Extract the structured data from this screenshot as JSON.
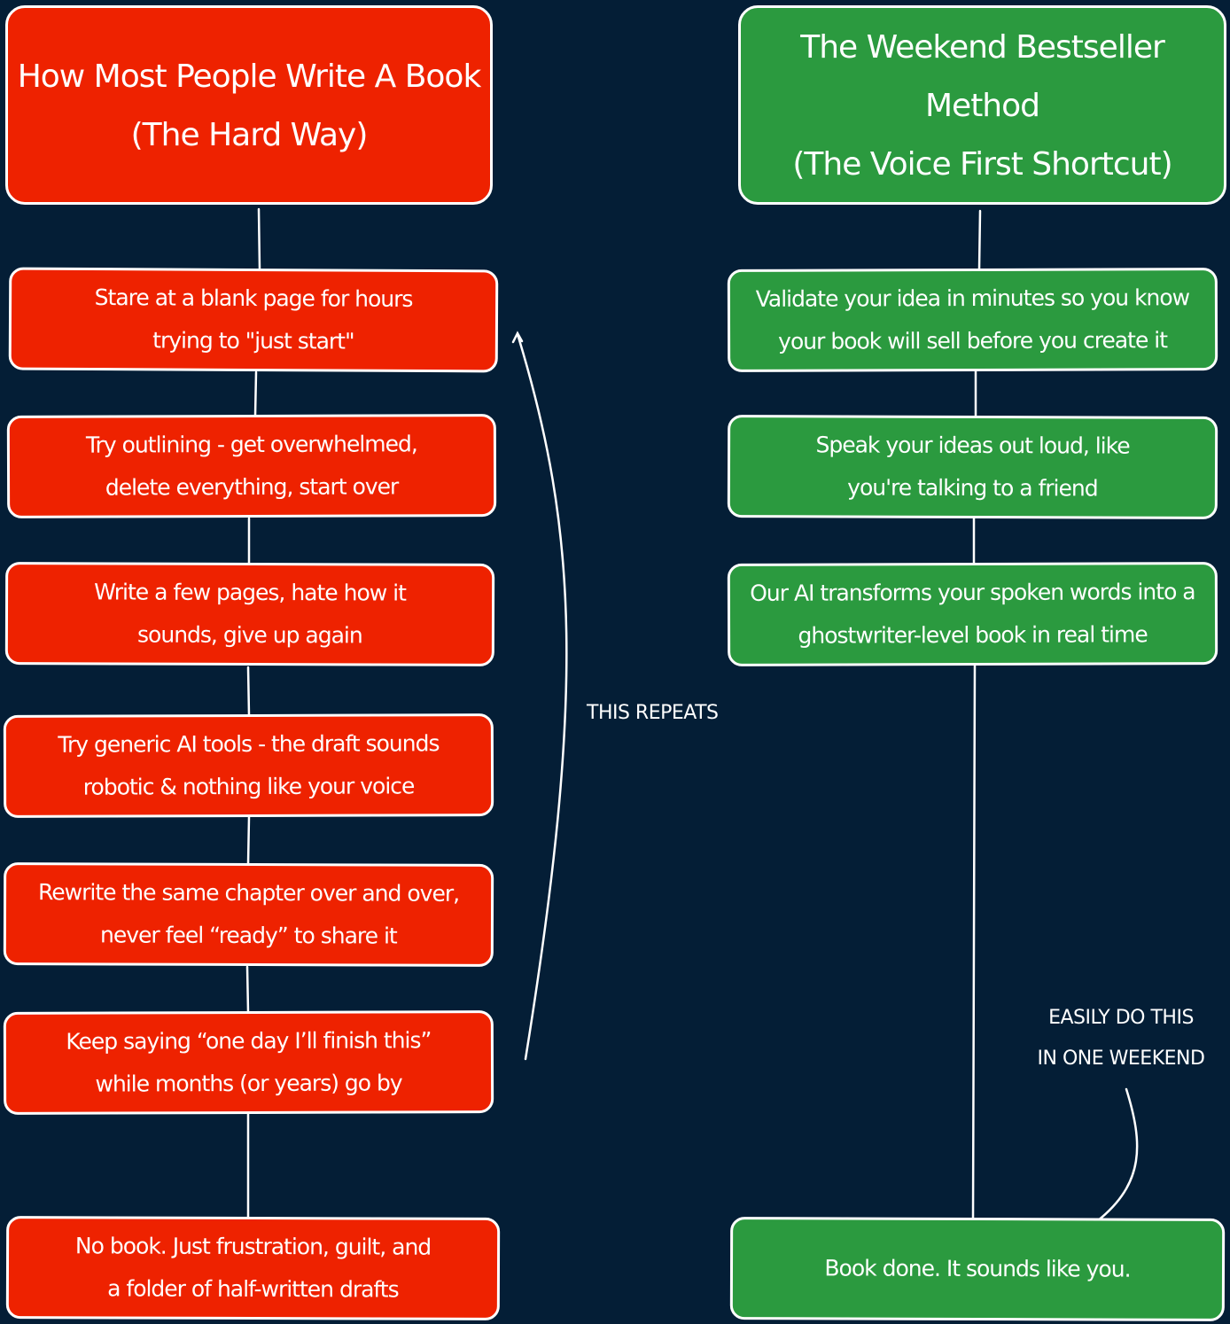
{
  "left_column": {
    "header_line1": "How Most People Write A Book",
    "header_line2": "(The Hard Way)",
    "steps": [
      {
        "line1": "Stare at a blank page for hours",
        "line2": "trying to \"just start\""
      },
      {
        "line1": "Try outlining  - get overwhelmed,",
        "line2": "delete everything, start over"
      },
      {
        "line1": "Write a few pages, hate how it",
        "line2": "sounds, give up again"
      },
      {
        "line1": "Try generic AI tools - the draft sounds",
        "line2": "robotic & nothing like your voice"
      },
      {
        "line1": "Rewrite the same chapter over and over,",
        "line2": "never feel “ready” to share it"
      },
      {
        "line1": "Keep saying “one day I’ll finish this”",
        "line2": "while months (or years) go by"
      }
    ],
    "outcome_line1": "No book. Just frustration, guilt, and",
    "outcome_line2": "a folder of half-written drafts",
    "loop_label": "THIS REPEATS"
  },
  "right_column": {
    "header_line1": "The Weekend Bestseller Method",
    "header_line2": "(The Voice First Shortcut)",
    "steps": [
      {
        "line1": "Validate your idea in minutes so you know",
        "line2": "your book will sell before you create it"
      },
      {
        "line1": "Speak your ideas out loud, like",
        "line2": "you're talking to a friend"
      },
      {
        "line1": "Our AI transforms your spoken words into a",
        "line2": "ghostwriter-level book in real time"
      }
    ],
    "outcome": "Book done. It sounds like you.",
    "note_line1": "EASILY DO THIS",
    "note_line2": "IN ONE WEEKEND"
  },
  "colors": {
    "background": "#041e36",
    "hard_way": "#ee2200",
    "shortcut": "#2b9a3f",
    "border": "#ffffff"
  }
}
